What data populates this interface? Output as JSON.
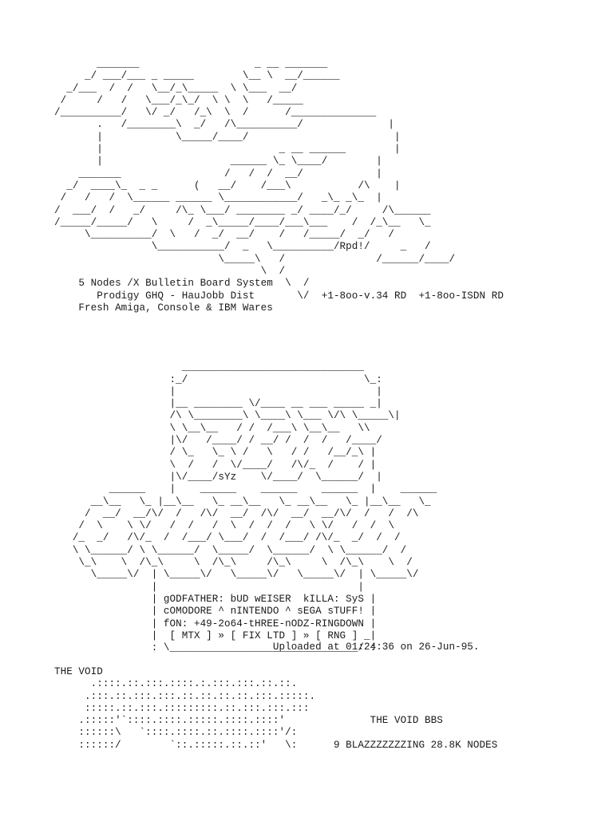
{
  "document": {
    "block_one": [
      "       _______                   _ __ _______",
      "     _/ ___/___ _ _____        \\__ \\  __/______",
      "  _/___  /  /   \\__/_\\_____  \\ \\___  __/",
      " /     /   /   \\___/_\\_/  \\ \\  \\   /_____",
      "/__________/   \\/ _/   /_\\  \\  /      /______________",
      "       .   /________\\  _/   /\\__________/              |",
      "       |            \\_____/____/                        |",
      "       |                             _ __ ______        |",
      "       |                     ______ \\_ \\____/        |",
      "    _______                 /   /  /  __/            |",
      "  _/  ____\\_  _ _      (   __/    /___\\           /\\    |",
      " /   /   /  \\______ ______ \\____________/   _\\_ _\\_  |",
      "/  ___/  /   _/     /\\_ \\___/ ________ _/ ____/_/     /\\______",
      "/_____/_____/   \\     /  _\\_____/____/___\\___    /  /_\\__   \\_",
      "     \\__________/  \\   /  _/  __/    /   /_____/  _/   /",
      "                \\___________/  _   \\__________/Rpd!/     _   /",
      "                           \\_____\\   /               /______/____/",
      "                                  \\  /",
      "    5 Nodes /X Bulletin Board System  \\  /",
      "       Prodigy GHQ - HauJobb Dist       \\/  +1-8oo-v.34 RD  +1-8oo-ISDN RD",
      "    Fresh Amiga, Console & IBM Wares"
    ],
    "block_two": [
      "",
      "                     ______________________________",
      "                   :_/                             \\_:",
      "                   |                                 |",
      "                   |__ ________ \\/____ __ ___ _____ _|",
      "                   /\\ \\________\\ \\____\\ \\___ \\/\\ \\_____\\|",
      "                   \\ \\__\\__   / /  /___\\ \\__\\__   \\\\",
      "                   |\\/   /____/ / __/ /  /  /   /____/",
      "                   / \\_   \\_ \\ /   \\   / /   /__/_\\ |",
      "                   \\  /   /  \\/____/   /\\/_  /    / |",
      "                   |\\/____/sYz    \\/____/  \\______/  |",
      "         ______    |    ______    ______    ______  |    ______",
      "      __\\__   \\_ |__\\__   \\_ __\\__   \\_ __\\__   \\_ |__\\__   \\_",
      "     /  __/  __/\\/  /   /\\/  __/  /\\/  __/  __/\\/  /   /  /\\",
      "    /  \\    \\ \\/   /  /   /  \\  /  /  /   \\ \\/   /  /  \\",
      "   /_  _/   /\\/_  /  /___/ \\___/  /  /___/ /\\/_  _/  /  /",
      "   \\ \\______/ \\ \\______/  \\_____/  \\______/  \\ \\______/  /",
      "    \\_\\    \\  /\\_\\     \\  /\\_\\     /\\_\\     \\  /\\_\\    \\  /",
      "      \\_____\\/  | \\_____\\/   \\_____\\/   \\_____\\/  | \\_____\\/",
      "                |                                 |",
      "                | gODFATHER: bUD wEISER  kILLA: SyS |",
      "                | cOMODORE ^ nINTENDO ^ sEGA sTUFF! |",
      "                | fON: +49-2o64-tHREE-nODZ-RINGDOWN |",
      "                |  [ MTX ] » [ FIX LTD ] » [ RNG ] _|",
      "                : \\_______________________________/ :"
    ],
    "upload_line": "                                    Uploaded at 01:24:36 on 26-Jun-95.",
    "block_three": [
      "THE VOID",
      "      .::::.::.:::.::::.:.:::.:::.::.::.",
      "     .:::.::.:::.:::.::.::.::.::.:::.:::::.",
      "     :::::.::.:::.:::::::::.::.:::.:::.:::",
      "    .:::::'`::::.::::.:::::.::::.::::'              THE VOID BBS",
      "    ::::::\\   `::::.::::.::.::::.::::'/:",
      "    ::::::/        `::.:::::.::.::'   \\:      9 BLAZZZZZZZING 28.8K NODES"
    ]
  }
}
